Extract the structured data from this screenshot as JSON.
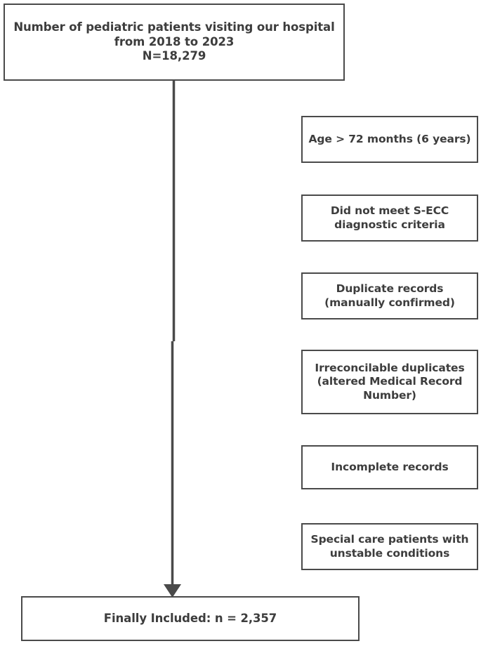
{
  "diagram": {
    "type": "patient-selection-flowchart",
    "colors": {
      "border": "#4a4a4a",
      "text": "#3d3d3d",
      "background": "#ffffff",
      "connector": "#4a4a4a"
    },
    "source_box": {
      "label": "Number of pediatric patients visiting our hospital from 2018 to 2023\nN=18,279",
      "count_text": "N=18,279",
      "count": 18279
    },
    "exclusion_boxes": [
      {
        "label": "Age > 72 months (6 years)"
      },
      {
        "label": "Did not meet S-ECC diagnostic criteria"
      },
      {
        "label": "Duplicate records (manually confirmed)"
      },
      {
        "label": "Irreconcilable duplicates (altered Medical Record Number)"
      },
      {
        "label": "Incomplete records"
      },
      {
        "label": "Special care patients with unstable conditions"
      }
    ],
    "final_box": {
      "label": "Finally Included: n = 2,357",
      "count_text": "n = 2,357",
      "count": 2357
    }
  }
}
